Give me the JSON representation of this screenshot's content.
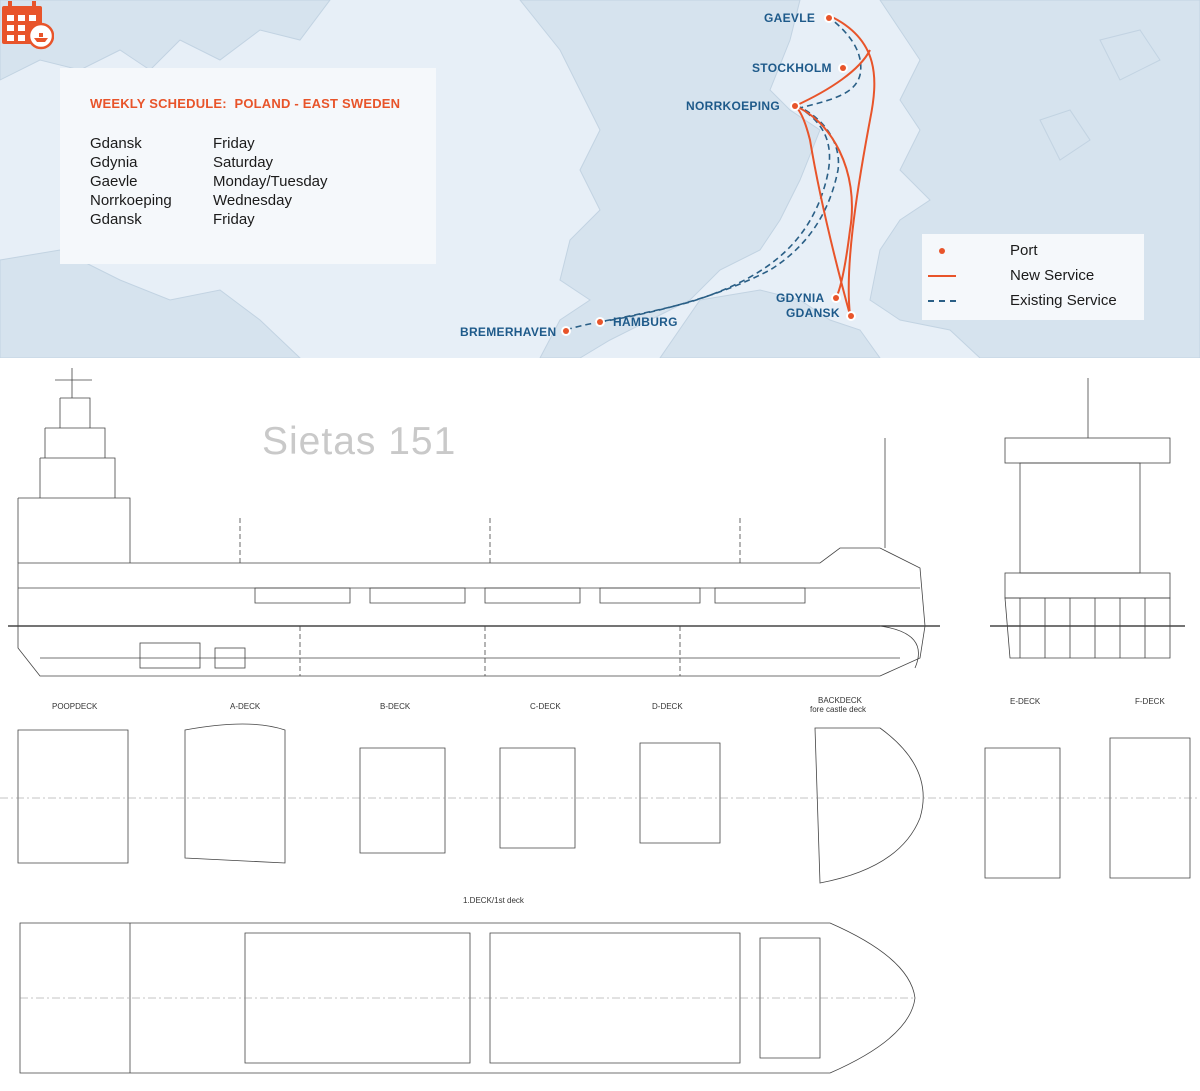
{
  "schedule": {
    "title": "WEEKLY SCHEDULE:  POLAND - EAST SWEDEN",
    "rows": [
      {
        "city": "Gdansk",
        "day": "Friday"
      },
      {
        "city": "Gdynia",
        "day": "Saturday"
      },
      {
        "city": "Gaevle",
        "day": "Monday/Tuesday"
      },
      {
        "city": "Norrkoeping",
        "day": "Wednesday"
      },
      {
        "city": "Gdansk",
        "day": "Friday"
      }
    ]
  },
  "ports": {
    "gaevle": "GAEVLE",
    "stockholm": "STOCKHOLM",
    "norrkoeping": "NORRKOEPING",
    "gdynia": "GDYNIA",
    "gdansk": "GDANSK",
    "hamburg": "HAMBURG",
    "bremerhaven": "BREMERHAVEN"
  },
  "legend": {
    "port": "Port",
    "new_service": "New Service",
    "existing_service": "Existing Service"
  },
  "colors": {
    "accent": "#e8542a",
    "port_text": "#1e5a8a",
    "existing_route": "#2a5f86",
    "map_water": "#e7eff7",
    "map_land": "#d6e3ee"
  },
  "ship": {
    "title": "Sietas 151",
    "decks": {
      "poopdeck": "POOPDECK",
      "a_deck": "A-DECK",
      "b_deck": "B-DECK",
      "c_deck": "C-DECK",
      "d_deck": "D-DECK",
      "backdeck": "BACKDECK",
      "backdeck_sub": "fore castle deck",
      "e_deck": "E-DECK",
      "f_deck": "F-DECK",
      "first_deck": "1.DECK/1st deck"
    }
  }
}
